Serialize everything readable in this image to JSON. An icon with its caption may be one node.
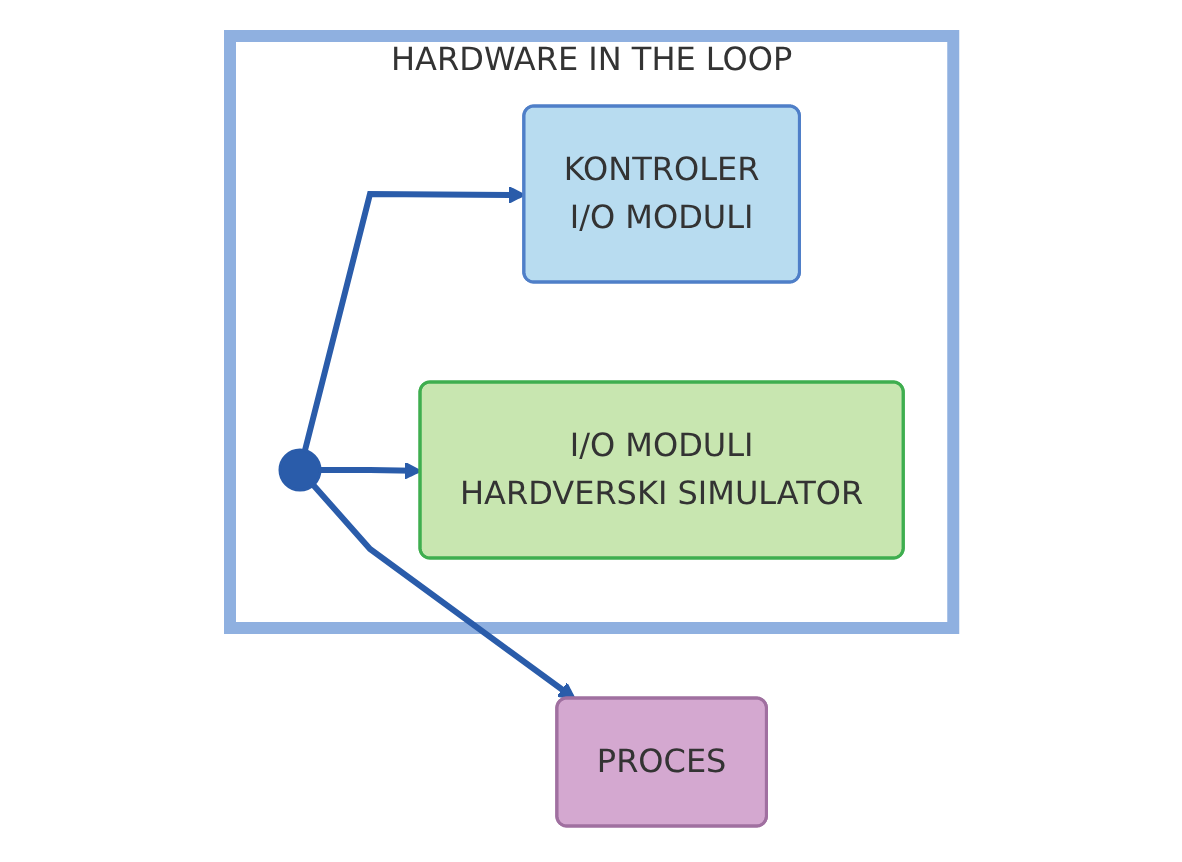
{
  "diagram": {
    "nodes": [
      {
        "text": [
          "HARDWARE IN THE LOOP"
        ]
      },
      {
        "text": [
          "KONTROLER",
          "I/O MODULI"
        ],
        "in": 0
      },
      {
        "text": [],
        "shape": "switch",
        "in": 0
      },
      {
        "text": [
          "I/O MODULI",
          "HARDVERSKI SIMULATOR"
        ],
        "in": 0
      },
      {
        "text": [
          "PROCES"
        ]
      }
    ],
    "edges": [
      {
        "from": 2,
        "to": 1,
        "arrow": "to"
      },
      {
        "from": 2,
        "to": 3,
        "arrow": "to"
      },
      {
        "from": 2,
        "to": 4,
        "arrow": "to"
      }
    ]
  }
}
